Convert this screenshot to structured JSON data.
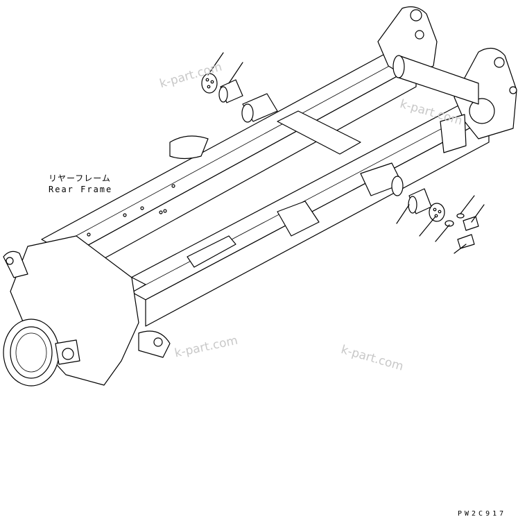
{
  "component": {
    "name_jp": "リヤーフレーム",
    "name_en": "Rear Frame"
  },
  "drawing_code": "PW2C917",
  "watermarks": [
    "k-part.com",
    "k-part.com",
    "k-part.com",
    "k-part.com"
  ],
  "colors": {
    "line": "#000000",
    "background": "#ffffff",
    "watermark": "#c8c8c8"
  }
}
